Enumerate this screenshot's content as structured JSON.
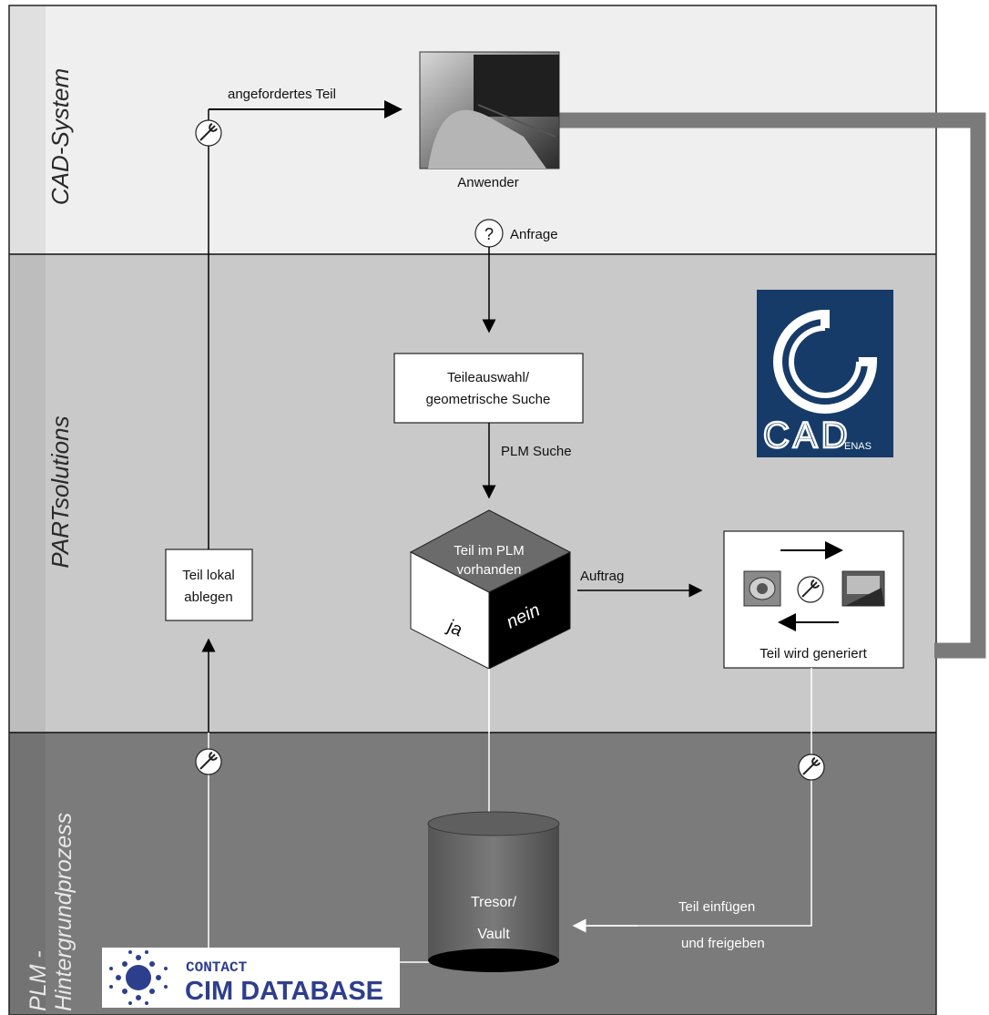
{
  "lanes": {
    "cad": "CAD-System",
    "parts": "PARTsolutions",
    "plm_line1": "PLM -",
    "plm_line2": "Hintergrundprozess"
  },
  "labels": {
    "requested_part": "angefordertes Teil",
    "user": "Anwender",
    "request_mark": "?",
    "request": "Anfrage",
    "selection_line1": "Teileauswahl/",
    "selection_line2": "geometrische Suche",
    "plm_search": "PLM Suche",
    "cube_top_line1": "Teil im PLM",
    "cube_top_line2": "vorhanden",
    "cube_yes": "ja",
    "cube_no": "nein",
    "order": "Auftrag",
    "generated": "Teil wird generiert",
    "store_local_line1": "Teil lokal",
    "store_local_line2": "ablegen",
    "vault_line1": "Tresor/",
    "vault_line2": "Vault",
    "insert_line1": "Teil einfügen",
    "insert_line2": "und freigeben"
  },
  "logos": {
    "cadenas_main": "CAD",
    "cadenas_sub": "ENAS",
    "contact_line1": "CONTACT",
    "contact_line2": "CIM DATABASE"
  },
  "colors": {
    "lane_cad": "#efefef",
    "lane_parts": "#c9c9c9",
    "lane_plm": "#7b7b7b",
    "cadenas_blue": "#163b68",
    "contact_blue": "#2d3f8c"
  }
}
